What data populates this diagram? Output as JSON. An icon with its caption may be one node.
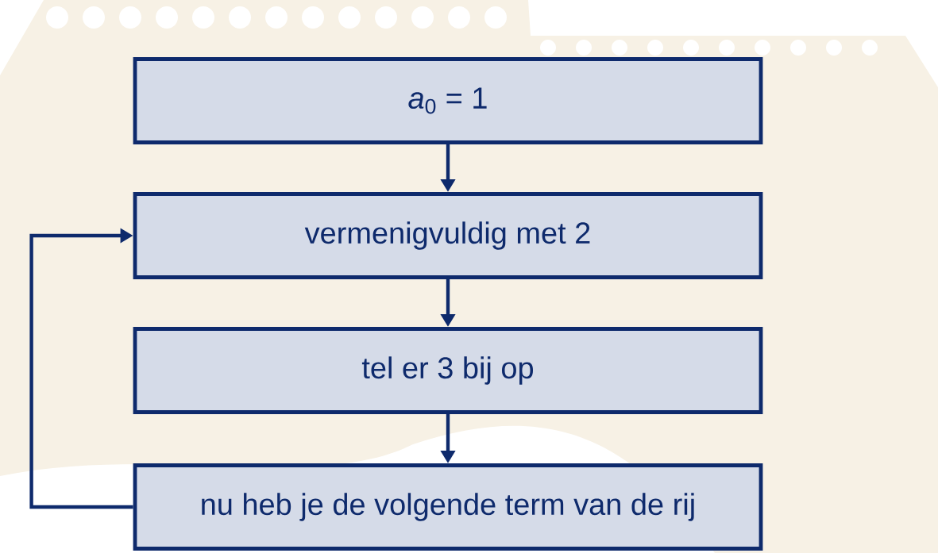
{
  "diagram": {
    "nodes": [
      {
        "text": [
          "*a*$_{0}$ = 1"
        ]
      },
      {
        "text": [
          "vermenigvuldig met 2"
        ]
      },
      {
        "text": [
          "tel er 3 bij op"
        ]
      },
      {
        "text": [
          "nu heb je de volgende term van de rij"
        ]
      }
    ],
    "edges": [
      {
        "from": 0,
        "to": 1,
        "arrow": "to"
      },
      {
        "from": 1,
        "to": 2,
        "arrow": "to"
      },
      {
        "from": 2,
        "to": 3,
        "arrow": "to"
      },
      {
        "from": 3,
        "to": 1,
        "arrow": "to"
      }
    ]
  }
}
